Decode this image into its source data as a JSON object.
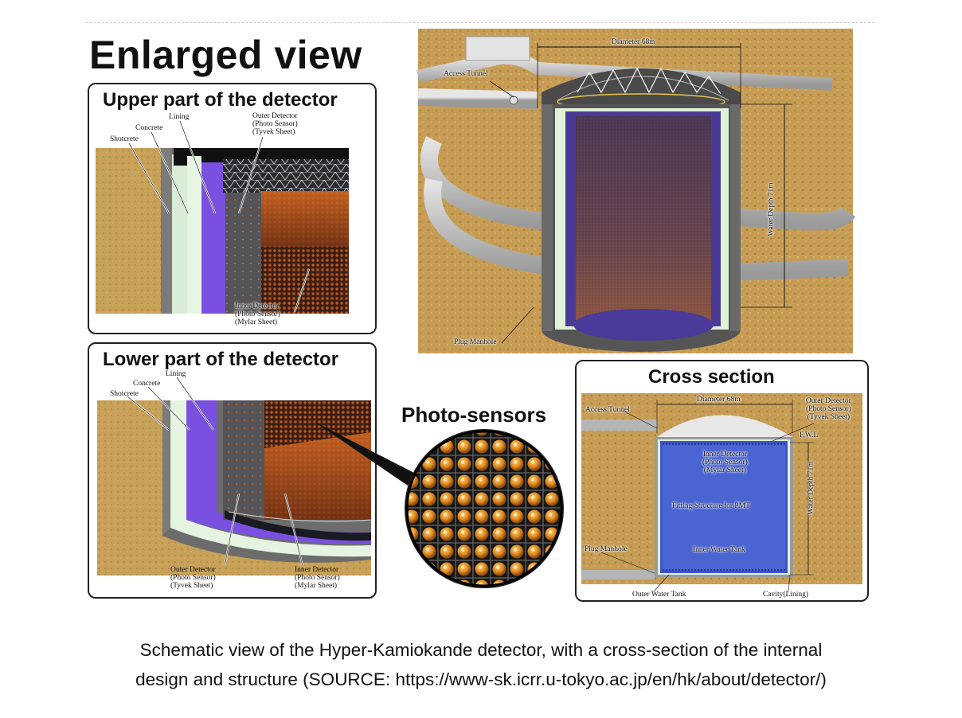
{
  "title": "Enlarged view",
  "upper_panel": {
    "title": "Upper part of the detector",
    "labels": {
      "lining": "Lining",
      "concrete": "Concrete",
      "shotcrete": "Shotcrete",
      "outer_detector": [
        "Outer Detector",
        "(Photo Sensor)",
        "(Tyvek Sheet)"
      ],
      "inner_detector": [
        "Inner Detector",
        "(Photo Sensor)",
        "(Mylar Sheet)"
      ]
    }
  },
  "lower_panel": {
    "title": "Lower part of the detector",
    "labels": {
      "lining": "Lining",
      "concrete": "Concrete",
      "shotcrete": "Shotcrete",
      "outer_detector": [
        "Outer Detector",
        "(Photo Sensor)",
        "(Tyvek Sheet)"
      ],
      "inner_detector": [
        "Inner Detector",
        "(Photo Sensor)",
        "(Mylar Sheet)"
      ]
    }
  },
  "photo_sensors": {
    "title": "Photo-sensors"
  },
  "main_view": {
    "labels": {
      "diameter": "Diameter 68m",
      "access_tunnel": "Access Tunnel",
      "water_depth": "Water Depth 71m",
      "plug_manhole": "Plug Manhole"
    }
  },
  "cross_section": {
    "title": "Cross section",
    "labels": {
      "access_tunnel": "Access Tunnel",
      "diameter": "Diameter 68m",
      "outer_detector": [
        "Outer Detector",
        "(Photo Sensor)",
        "(Tyvek Sheet)"
      ],
      "fwl": "F.W.L",
      "inner_detector": [
        "Inner Detector",
        "(Photo Sensor)",
        "(Mylar Sheet)"
      ],
      "water_depth": "Water Depth 71m",
      "fitting_structure": "Fitting Structure for PMT",
      "plug_manhole": "Plug Manhole",
      "inner_water_tank": "Inner Water Tank",
      "outer_water_tank": "Outer Water Tank",
      "cavity": "Cavity(Lining)"
    }
  },
  "caption": {
    "line1": "Schematic view of the Hyper-Kamiokande detector, with a cross-section of the internal",
    "line2": "design and structure (SOURCE: https://www-sk.icrr.u-tokyo.ac.jp/en/hk/about/detector/)"
  },
  "colors": {
    "rock": "#c7a158",
    "concrete_gray": "#6b6b6b",
    "lining_green": "#e3f3df",
    "purple_sheet": "#7a50e0",
    "orange_inner": "#b0531c",
    "water_blue": "#3a55c6"
  }
}
